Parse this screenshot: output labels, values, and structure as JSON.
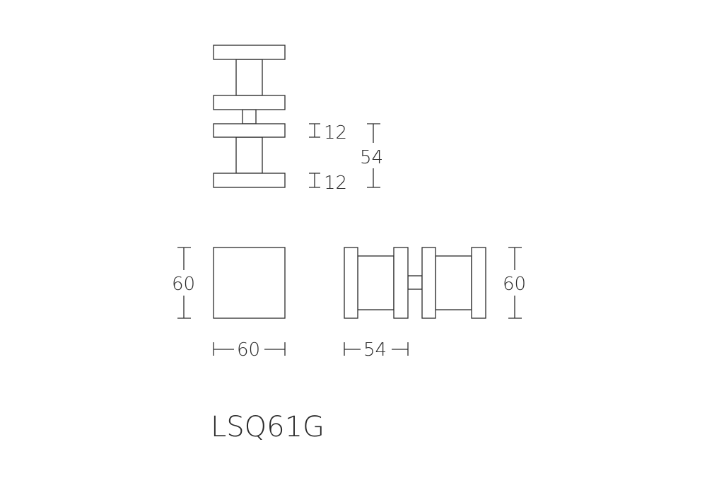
{
  "top_view": {
    "plate_thickness_top": "12",
    "plate_thickness_bottom": "12",
    "overall_height": "54"
  },
  "front_view": {
    "height": "60",
    "width": "60"
  },
  "side_view": {
    "depth": "54",
    "height": "60"
  },
  "model_code": "LSQ61G"
}
